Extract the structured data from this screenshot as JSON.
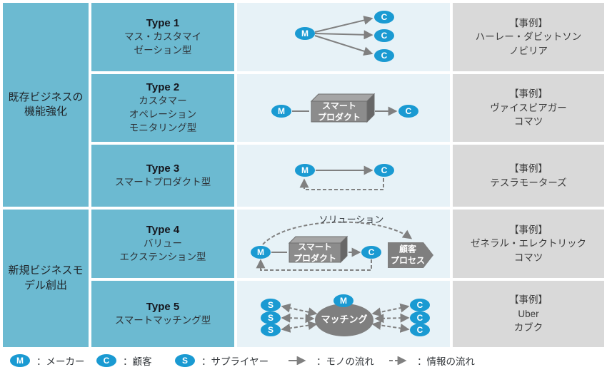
{
  "groups": [
    {
      "label": "既存ビジネスの\n機能強化"
    },
    {
      "label": "新規ビジネスモ\nデル創出"
    }
  ],
  "rows": [
    {
      "type_label": "Type 1",
      "type_name": "マス・カスタマイ\nゼーション型",
      "example": "【事例】\nハーレー・ダビットソン\nノビリア"
    },
    {
      "type_label": "Type 2",
      "type_name": "カスタマー\nオペレーション\nモニタリング型",
      "example": "【事例】\nヴァイスビアガー\nコマツ"
    },
    {
      "type_label": "Type 3",
      "type_name": "スマートプロダクト型",
      "example": "【事例】\nテスラモーターズ"
    },
    {
      "type_label": "Type 4",
      "type_name": "バリュー\nエクステンション型",
      "example": "【事例】\nゼネラル・エレクトリック\nコマツ"
    },
    {
      "type_label": "Type 5",
      "type_name": "スマートマッチング型",
      "example": "【事例】\nUber\nカブク"
    }
  ],
  "nodes": {
    "maker": "M",
    "customer": "C",
    "supplier": "S"
  },
  "diagram_labels": {
    "smart_product": "スマート\nプロダクト",
    "solution": "ソリューション",
    "customer_process": "顧客\nプロセス",
    "matching": "マッチング"
  },
  "legend": {
    "items": [
      {
        "symbol": "M",
        "label": "：メーカー"
      },
      {
        "symbol": "C",
        "label": "：顧客"
      },
      {
        "symbol": "S",
        "label": "：サプライヤー"
      }
    ],
    "flows": [
      {
        "style": "solid",
        "label": "：モノの流れ"
      },
      {
        "style": "dashed",
        "label": "：情報の流れ"
      }
    ]
  },
  "colors": {
    "cell_teal": "#6cbad1",
    "node_blue": "#1a9ad2",
    "diagram_bg": "#e7f2f7",
    "example_bg": "#d9d9d9",
    "arrow_gray": "#808080",
    "shape_gray": "#7f7f7f",
    "box_front": "#8c8c8c",
    "box_top": "#a5a5a5",
    "box_side": "#676767"
  }
}
